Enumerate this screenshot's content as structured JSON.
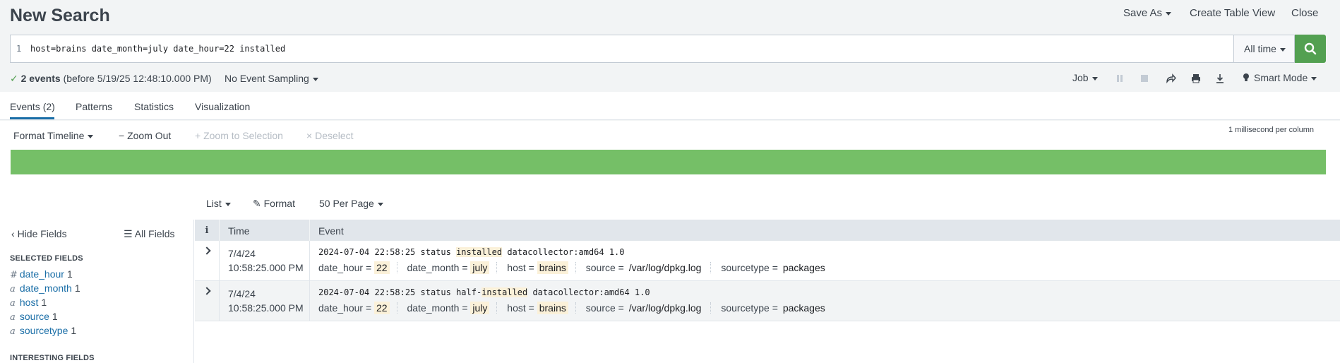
{
  "header": {
    "title": "New Search",
    "save_as": "Save As",
    "create_table_view": "Create Table View",
    "close": "Close"
  },
  "search": {
    "line_number": "1",
    "query": "host=brains date_month=july date_hour=22 installed",
    "time_range": "All time"
  },
  "status": {
    "count": "2 events",
    "detail": "(before 5/19/25 12:48:10.000 PM)",
    "sampling": "No Event Sampling",
    "job": "Job",
    "mode": "Smart Mode"
  },
  "tabs": [
    {
      "label": "Events (2)",
      "active": true
    },
    {
      "label": "Patterns"
    },
    {
      "label": "Statistics"
    },
    {
      "label": "Visualization"
    }
  ],
  "timeline": {
    "format": "Format Timeline",
    "zoom_out": "Zoom Out",
    "zoom_selection": "Zoom to Selection",
    "deselect": "Deselect",
    "scale": "1 millisecond per column"
  },
  "list_controls": {
    "list": "List",
    "format": "Format",
    "per_page": "50 Per Page"
  },
  "sidebar": {
    "hide_fields": "Hide Fields",
    "all_fields": "All Fields",
    "selected_header": "SELECTED FIELDS",
    "interesting_header": "INTERESTING FIELDS",
    "selected_fields": [
      {
        "type": "#",
        "name": "date_hour",
        "count": "1"
      },
      {
        "type": "a",
        "name": "date_month",
        "count": "1"
      },
      {
        "type": "a",
        "name": "host",
        "count": "1"
      },
      {
        "type": "a",
        "name": "source",
        "count": "1"
      },
      {
        "type": "a",
        "name": "sourcetype",
        "count": "1"
      }
    ]
  },
  "table": {
    "col_info": "i",
    "col_time": "Time",
    "col_event": "Event",
    "rows": [
      {
        "date": "7/4/24",
        "time": "10:58:25.000 PM",
        "raw_pre": "2024-07-04 22:58:25 status ",
        "raw_hl": "installed",
        "raw_post": " datacollector:amd64 1.0",
        "fields": {
          "date_hour_k": "date_hour =",
          "date_hour_v": "22",
          "date_month_k": "date_month =",
          "date_month_v": "july",
          "host_k": "host =",
          "host_v": "brains",
          "source_k": "source =",
          "source_v": "/var/log/dpkg.log",
          "sourcetype_k": "sourcetype =",
          "sourcetype_v": "packages"
        }
      },
      {
        "date": "7/4/24",
        "time": "10:58:25.000 PM",
        "raw_pre": "2024-07-04 22:58:25 status half-",
        "raw_hl": "installed",
        "raw_post": " datacollector:amd64 1.0",
        "fields": {
          "date_hour_k": "date_hour =",
          "date_hour_v": "22",
          "date_month_k": "date_month =",
          "date_month_v": "july",
          "host_k": "host =",
          "host_v": "brains",
          "source_k": "source =",
          "source_v": "/var/log/dpkg.log",
          "sourcetype_k": "sourcetype =",
          "sourcetype_v": "packages"
        }
      }
    ]
  },
  "colors": {
    "accent": "#1a6ea7",
    "search_button": "#53a051",
    "timeline_bar": "#75bf67",
    "highlight": "#fbf1d9"
  }
}
